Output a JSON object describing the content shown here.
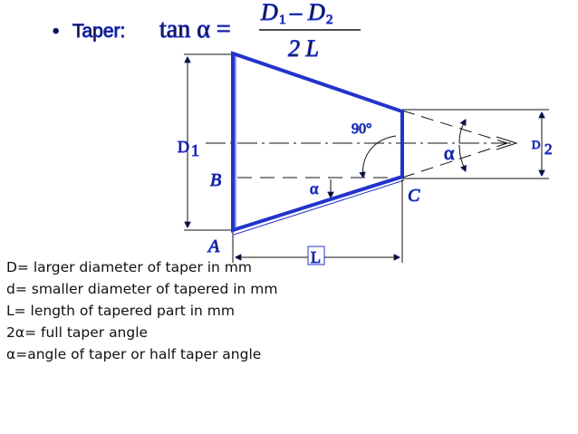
{
  "header": {
    "bullet": "•",
    "label": "Taper:",
    "formula": {
      "lhs": "tan α =",
      "numerator": {
        "d": "D",
        "s1": "1",
        "minus": "–",
        "d2": "D",
        "s2": "2"
      },
      "denominator": "2 L"
    }
  },
  "diagram": {
    "colors": {
      "outline": "#2233cc",
      "thin": "#111111"
    },
    "labels": {
      "d1_main": "D",
      "d1_sub": "1",
      "d2_main": "D",
      "d2_sub": "2",
      "point_a": "A",
      "point_b": "B",
      "point_c": "C",
      "length": "L",
      "angle_right": "90°",
      "alpha_small": "α",
      "alpha_large": "α"
    }
  },
  "legend": {
    "lines": [
      "D= larger diameter of taper in mm",
      "d= smaller diameter of tapered in mm",
      "L= length of tapered part in mm",
      "2α= full taper angle",
      "α=angle of taper or half taper angle"
    ]
  }
}
